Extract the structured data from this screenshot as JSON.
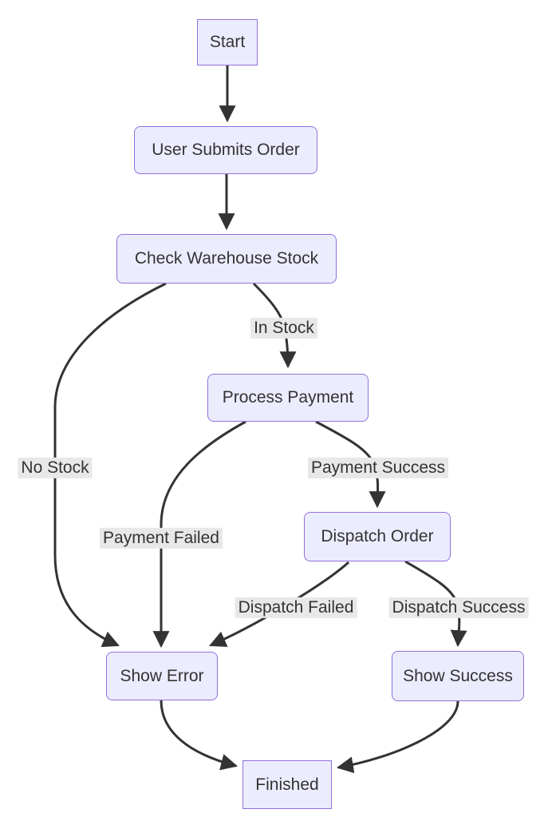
{
  "diagram": {
    "type": "flowchart",
    "direction": "top-down",
    "nodes": [
      {
        "id": "start",
        "label": "Start",
        "shape": "rectangle"
      },
      {
        "id": "user_submits_order",
        "label": "User Submits Order",
        "shape": "rounded"
      },
      {
        "id": "check_warehouse_stock",
        "label": "Check Warehouse Stock",
        "shape": "rounded"
      },
      {
        "id": "process_payment",
        "label": "Process Payment",
        "shape": "rounded"
      },
      {
        "id": "dispatch_order",
        "label": "Dispatch Order",
        "shape": "rounded"
      },
      {
        "id": "show_error",
        "label": "Show Error",
        "shape": "rounded"
      },
      {
        "id": "show_success",
        "label": "Show Success",
        "shape": "rounded"
      },
      {
        "id": "finished",
        "label": "Finished",
        "shape": "rectangle"
      }
    ],
    "edges": [
      {
        "from": "start",
        "to": "user_submits_order",
        "label": ""
      },
      {
        "from": "user_submits_order",
        "to": "check_warehouse_stock",
        "label": ""
      },
      {
        "from": "check_warehouse_stock",
        "to": "process_payment",
        "label": "In Stock"
      },
      {
        "from": "check_warehouse_stock",
        "to": "show_error",
        "label": "No Stock"
      },
      {
        "from": "process_payment",
        "to": "dispatch_order",
        "label": "Payment Success"
      },
      {
        "from": "process_payment",
        "to": "show_error",
        "label": "Payment Failed"
      },
      {
        "from": "dispatch_order",
        "to": "show_success",
        "label": "Dispatch Success"
      },
      {
        "from": "dispatch_order",
        "to": "show_error",
        "label": "Dispatch Failed"
      },
      {
        "from": "show_error",
        "to": "finished",
        "label": ""
      },
      {
        "from": "show_success",
        "to": "finished",
        "label": ""
      }
    ],
    "colors": {
      "node_fill": "#ECECFF",
      "node_border": "#9370DB",
      "edge_stroke": "#333333",
      "edge_label_background": "#e8e8e8",
      "text": "#333333",
      "background": "#ffffff"
    }
  }
}
